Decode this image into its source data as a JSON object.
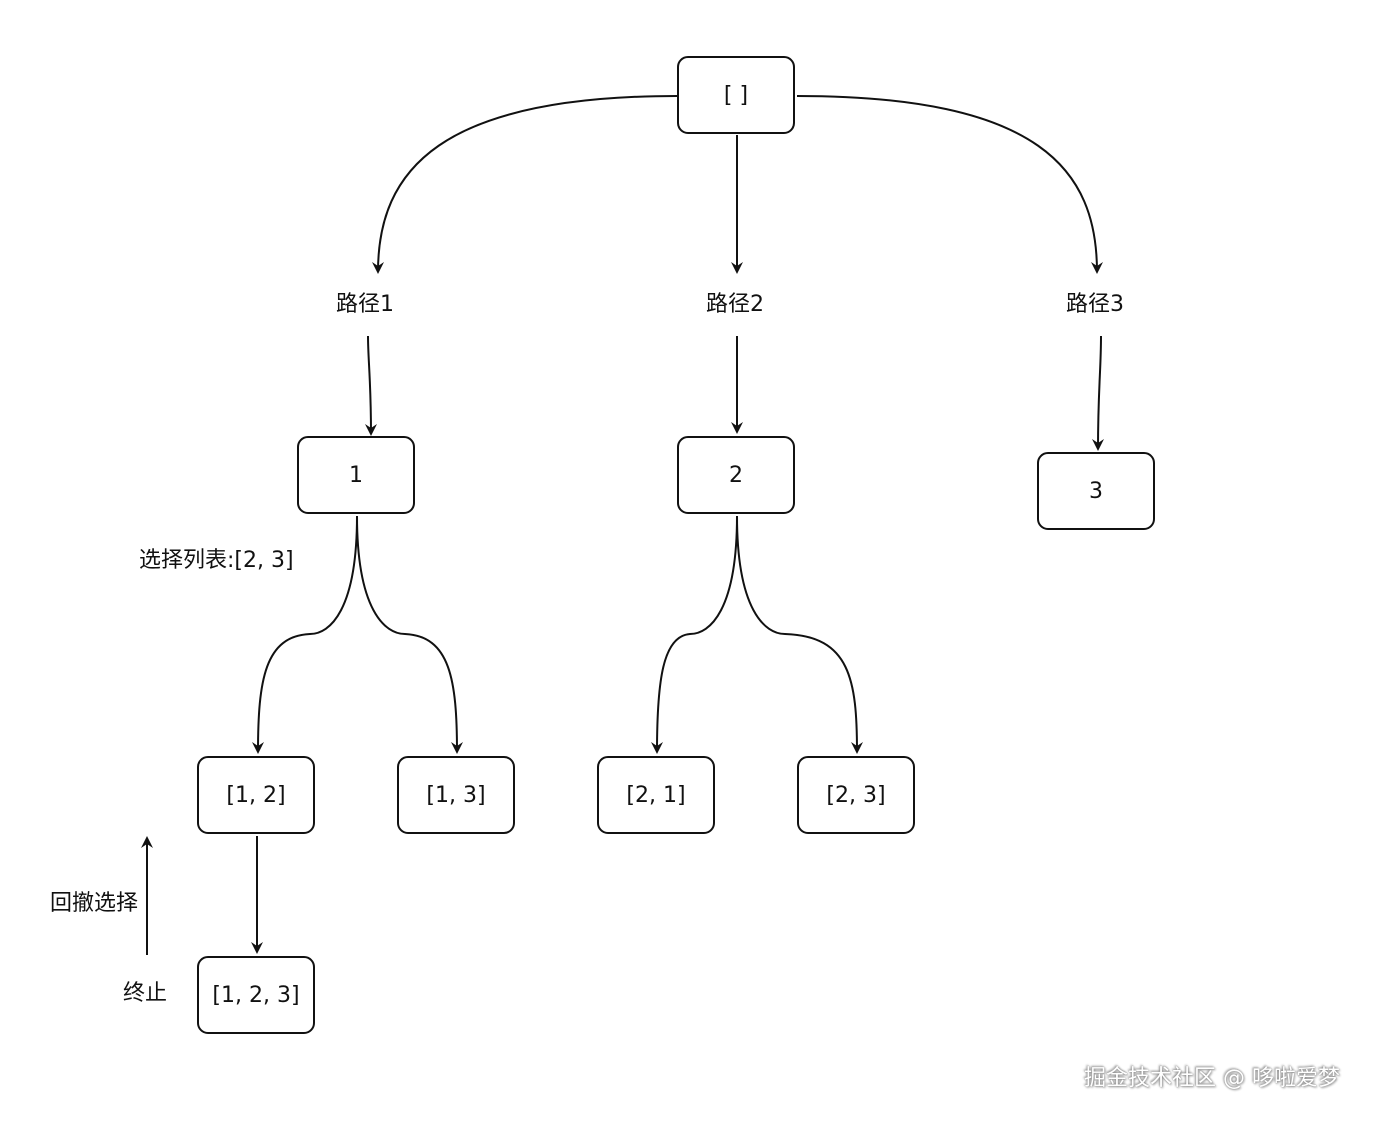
{
  "nodes": {
    "root": "[ ]",
    "n1": "1",
    "n2": "2",
    "n3": "3",
    "n12": "[1, 2]",
    "n13": "[1, 3]",
    "n21": "[2, 1]",
    "n23": "[2, 3]",
    "n123": "[1, 2, 3]"
  },
  "labels": {
    "path1": "路径1",
    "path2": "路径2",
    "path3": "路径3",
    "choice_list": "选择列表:[2, 3]",
    "backtrack": "回撤选择",
    "terminate": "终止"
  },
  "watermark": "掘金技术社区 @ 哆啦爱梦"
}
